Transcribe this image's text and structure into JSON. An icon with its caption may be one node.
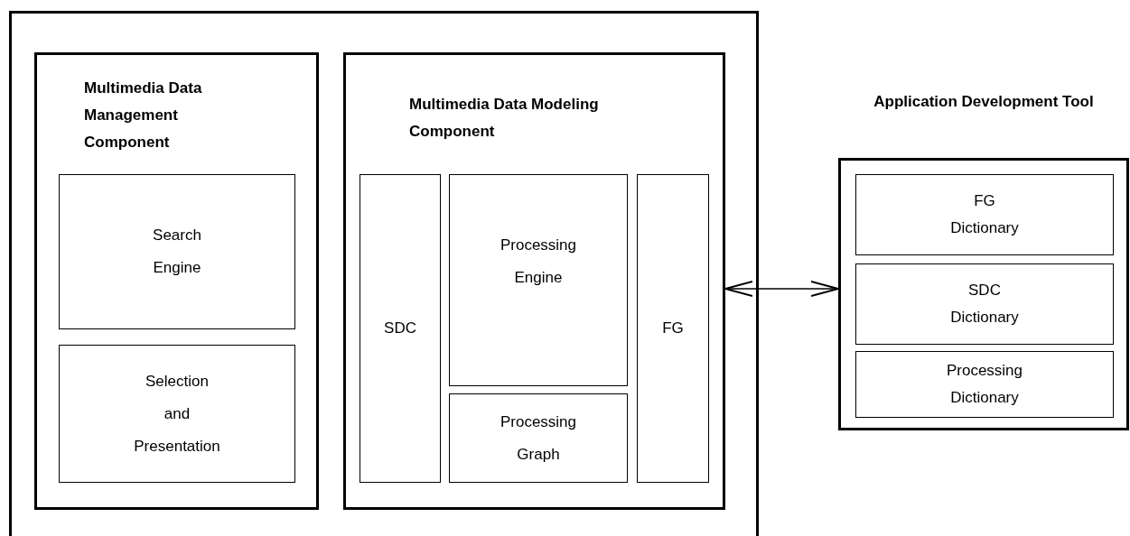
{
  "diagram": {
    "nodes": [
      {
        "text": [],
        "shape": "box"
      },
      {
        "text": [
          "Multimedia Data Management Component"
        ],
        "in": 0
      },
      {
        "text": [
          "Search Engine"
        ],
        "in": 1
      },
      {
        "text": [
          "Selection and Presentation"
        ],
        "in": 1
      },
      {
        "text": [
          "Multimedia Data Modeling Component"
        ],
        "in": 0
      },
      {
        "text": [
          "SDC"
        ],
        "in": 4
      },
      {
        "text": [
          "Processing Engine"
        ],
        "in": 4
      },
      {
        "text": [
          "Processing Graph"
        ],
        "in": 4
      },
      {
        "text": [
          "FG"
        ],
        "in": 4
      },
      {
        "text": [
          "Application Development Tool"
        ]
      },
      {
        "text": [
          "FG Dictionary"
        ],
        "in": 9
      },
      {
        "text": [
          "SDC Dictionary"
        ],
        "in": 9
      },
      {
        "text": [
          "Processing Dictionary"
        ],
        "in": 9
      }
    ],
    "edges": [
      {
        "from": 4,
        "to": 9,
        "arrow": "both"
      }
    ]
  }
}
